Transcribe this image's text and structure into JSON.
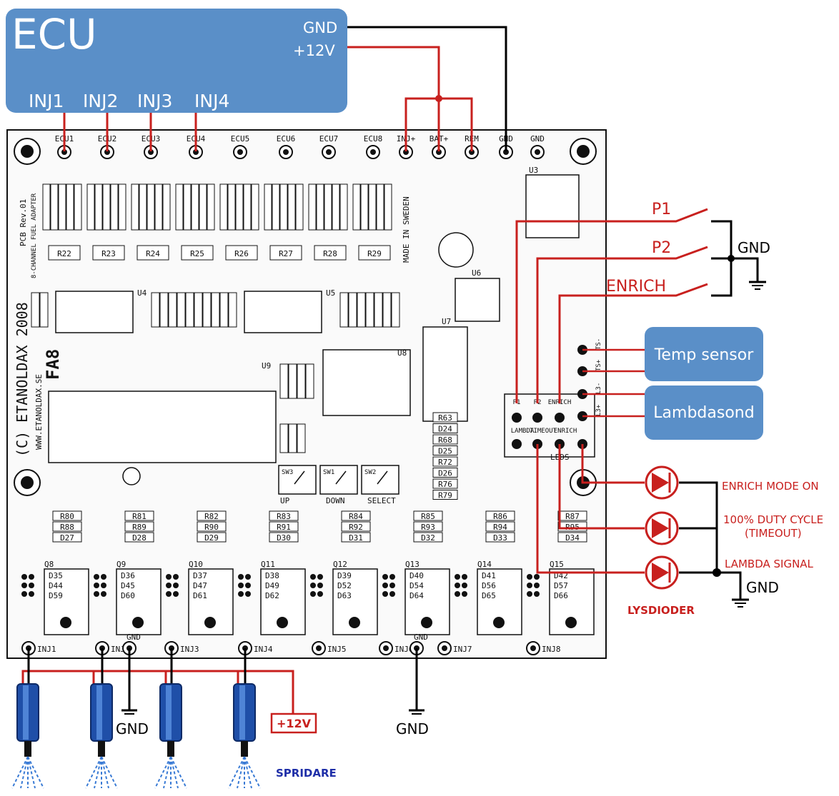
{
  "ecu": {
    "title": "ECU",
    "gnd_label": "GND",
    "v12_label": "+12V",
    "inj_outputs": [
      "INJ1",
      "INJ2",
      "INJ3",
      "INJ4"
    ]
  },
  "board": {
    "top_pads": [
      "ECU1",
      "ECU2",
      "ECU3",
      "ECU4",
      "ECU5",
      "ECU6",
      "ECU7",
      "ECU8",
      "INJ+",
      "BAT+",
      "REM",
      "GND",
      "GND"
    ],
    "pcb_rev": "PCB Rev.01",
    "fuel_adapter": "8-CHANNEL FUEL ADAPTER",
    "copyright": "(C) ETANOLDAX 2008",
    "website": "WWW.ETANOLDAX.SE",
    "model": "FA8",
    "made_in": "MADE IN SWEDEN",
    "resistor_row_top": [
      "R22",
      "R23",
      "R24",
      "R25",
      "R26",
      "R27",
      "R28",
      "R29"
    ],
    "ic_labels": [
      "U4",
      "U5",
      "U6",
      "U7",
      "U8",
      "U9",
      "U3"
    ],
    "buttons": [
      "UP",
      "DOWN",
      "SELECT"
    ],
    "button_ids": [
      "SW3",
      "SW1",
      "SW2"
    ],
    "resistor_block_mid": [
      "R63",
      "D24",
      "R68",
      "D25",
      "R72",
      "D26",
      "R76",
      "R79"
    ],
    "leds_label": "LEDS",
    "leds_pins": [
      "LAMBDA",
      "TIMEOUT",
      "ENRICH"
    ],
    "switch_pins": [
      "P1",
      "P2",
      "ENRICH"
    ],
    "sensor_pins": [
      "TS-",
      "TS+",
      "L3-",
      "L3+"
    ],
    "transistors": [
      "Q8",
      "Q9",
      "Q10",
      "Q11",
      "Q12",
      "Q13",
      "Q14",
      "Q15"
    ],
    "driver_resistors": [
      [
        "R80",
        "R88",
        "D27"
      ],
      [
        "R81",
        "R89",
        "D28"
      ],
      [
        "R82",
        "R90",
        "D29"
      ],
      [
        "R83",
        "R91",
        "D30"
      ],
      [
        "R84",
        "R92",
        "D31"
      ],
      [
        "R85",
        "R93",
        "D32"
      ],
      [
        "R86",
        "R94",
        "D33"
      ],
      [
        "R87",
        "R95",
        "D34"
      ]
    ],
    "driver_diodes": [
      [
        "D35",
        "D44",
        "D59"
      ],
      [
        "D36",
        "D45",
        "D60"
      ],
      [
        "D37",
        "D47",
        "D61"
      ],
      [
        "D38",
        "D49",
        "D62"
      ],
      [
        "D39",
        "D52",
        "D63"
      ],
      [
        "D40",
        "D54",
        "D64"
      ],
      [
        "D41",
        "D56",
        "D65"
      ],
      [
        "D42",
        "D57",
        "D66"
      ]
    ],
    "bottom_pads": [
      "INJ1",
      "INJ2",
      "GND",
      "INJ3",
      "INJ4",
      "INJ5",
      "INJ6",
      "GND",
      "INJ7",
      "INJ8"
    ]
  },
  "inputs": {
    "p1": "P1",
    "p2": "P2",
    "enrich": "ENRICH",
    "gnd": "GND"
  },
  "sensors": {
    "temp": "Temp sensor",
    "lambda": "Lambdasond"
  },
  "leds": {
    "enrich_mode": "ENRICH MODE ON",
    "duty_line1": "100% DUTY CYCLE",
    "duty_line2": "(TIMEOUT)",
    "lambda_signal": "LAMBDA SIGNAL",
    "gnd": "GND",
    "caption": "LYSDIODER"
  },
  "injectors": {
    "gnd_left": "GND",
    "v12": "+12V",
    "gnd_right": "GND",
    "caption": "SPRIDARE"
  },
  "colors": {
    "ecu_box": "#5a8fc8",
    "sensor_box": "#5a8fc8",
    "wire_red": "#c8201e",
    "wire_black": "#000000",
    "injector_blue": "#1f4fa8",
    "spray_blue": "#3a7bd5"
  }
}
